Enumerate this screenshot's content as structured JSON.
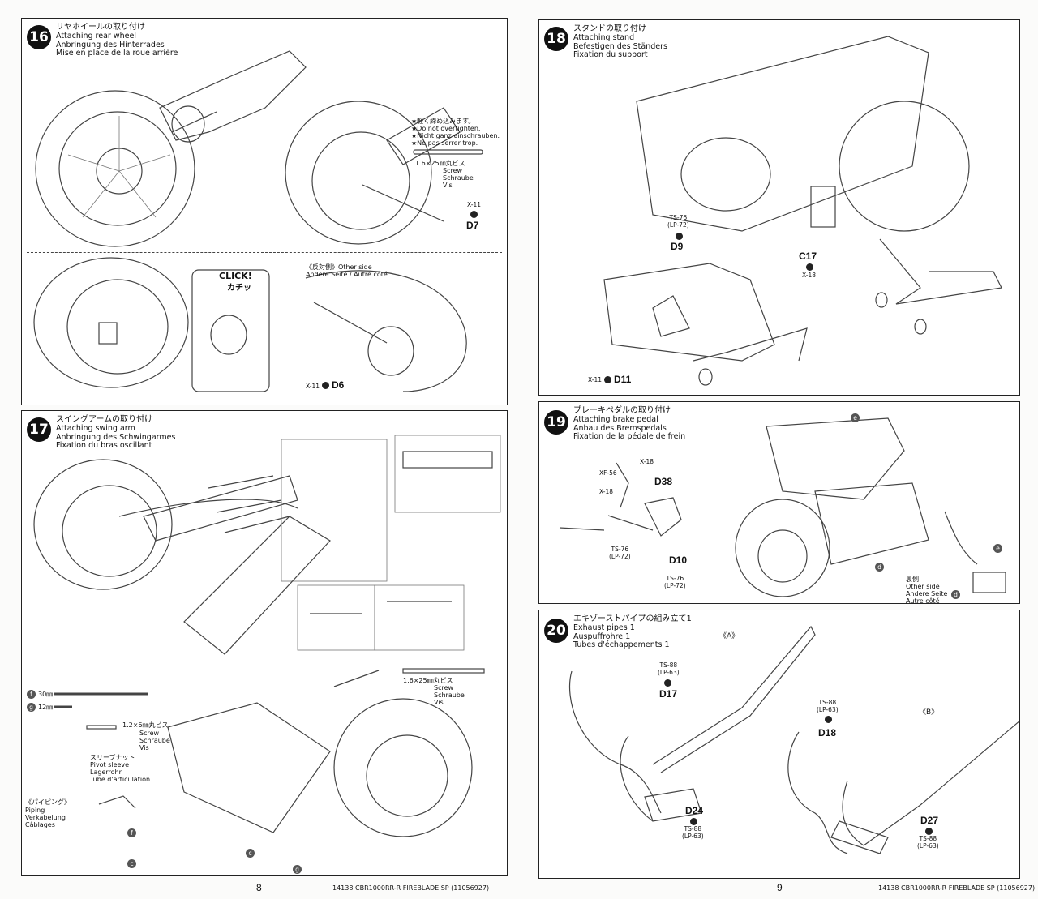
{
  "left_page": {
    "page_number": "8",
    "footer": "14138  CBR1000RR-R FIREBLADE SP (11056927)",
    "step16": {
      "number": "16",
      "title_jp": "リヤホイールの取り付け",
      "title_en": "Attaching rear wheel",
      "title_de": "Anbringung des Hinterrades",
      "title_fr": "Mise en place de la roue arrière",
      "warning_jp": "★軽く締め込みます。",
      "warning_en": "★Do not overtighten.",
      "warning_de": "★Nicht ganz einschrauben.",
      "warning_fr": "★Ne pas serrer trop.",
      "screw_size": "1.6×25㎜丸ビス",
      "screw_en": "Screw",
      "screw_de": "Schraube",
      "screw_fr": "Vis",
      "part_d7": "D7",
      "paint_d7": "X-11",
      "click_en": "CLICK!",
      "click_jp": "カチッ",
      "other_side": "《反対側》Other side",
      "other_side_de_fr": "Andere Seite / Autre côté",
      "paint_d6": "X-11",
      "part_d6": "D6"
    },
    "step17": {
      "number": "17",
      "title_jp": "スイングアームの取り付け",
      "title_en": "Attaching swing arm",
      "title_de": "Anbringung des Schwingarmes",
      "title_fr": "Fixation du bras oscillant",
      "pipe_f": "30㎜",
      "pipe_g": "12㎜",
      "screw_small": "1.2×6㎜丸ビス",
      "screw_en": "Screw",
      "screw_de": "Schraube",
      "screw_fr": "Vis",
      "screw_large": "1.6×25㎜丸ビス",
      "sleeve_jp": "スリーブナット",
      "sleeve_en": "Pivot sleeve",
      "sleeve_de": "Lagerrohr",
      "sleeve_fr": "Tube d'articulation",
      "piping_jp": "《パイピング》",
      "piping_en": "Piping",
      "piping_de": "Verkabelung",
      "piping_fr": "Câblages",
      "letters": [
        "f",
        "g",
        "c",
        "c",
        "f",
        "g"
      ]
    }
  },
  "right_page": {
    "page_number": "9",
    "footer": "14138  CBR1000RR-R FIREBLADE SP (11056927)",
    "step18": {
      "number": "18",
      "title_jp": "スタンドの取り付け",
      "title_en": "Attaching stand",
      "title_de": "Befestigen des Ständers",
      "title_fr": "Fixation du support",
      "paint_d9": "TS-76\n(LP-72)",
      "part_d9": "D9",
      "part_c17": "C17",
      "paint_c17": "X-18",
      "paint_d11": "X-11",
      "part_d11": "D11"
    },
    "step19": {
      "number": "19",
      "title_jp": "ブレーキペダルの取り付け",
      "title_en": "Attaching brake pedal",
      "title_de": "Anbau des Bremspedals",
      "title_fr": "Fixation de la pédale de frein",
      "paint_x18a": "X-18",
      "paint_xf56": "XF-56",
      "paint_x18b": "X-18",
      "part_d38": "D38",
      "paint_ts76a": "TS-76\n(LP-72)",
      "part_d10": "D10",
      "paint_ts76b": "TS-76\n(LP-72)",
      "other_side_jp": "裏側",
      "other_side_en": "Other side",
      "other_side_de": "Andere Seite",
      "other_side_fr": "Autre côté",
      "letters": [
        "e",
        "d",
        "e",
        "d"
      ]
    },
    "step20": {
      "number": "20",
      "title_jp": "エキゾーストパイプの組み立て1",
      "title_en": "Exhaust pipes 1",
      "title_de": "Auspuffrohre 1",
      "title_fr": "Tubes d'échappements 1",
      "group_a": "《A》",
      "group_b": "《B》",
      "paint_d17": "TS-88\n(LP-63)",
      "part_d17": "D17",
      "part_d24": "D24",
      "paint_d24": "TS-88\n(LP-63)",
      "paint_d18": "TS-88\n(LP-63)",
      "part_d18": "D18",
      "part_d27": "D27",
      "paint_d27": "TS-88\n(LP-63)"
    }
  }
}
